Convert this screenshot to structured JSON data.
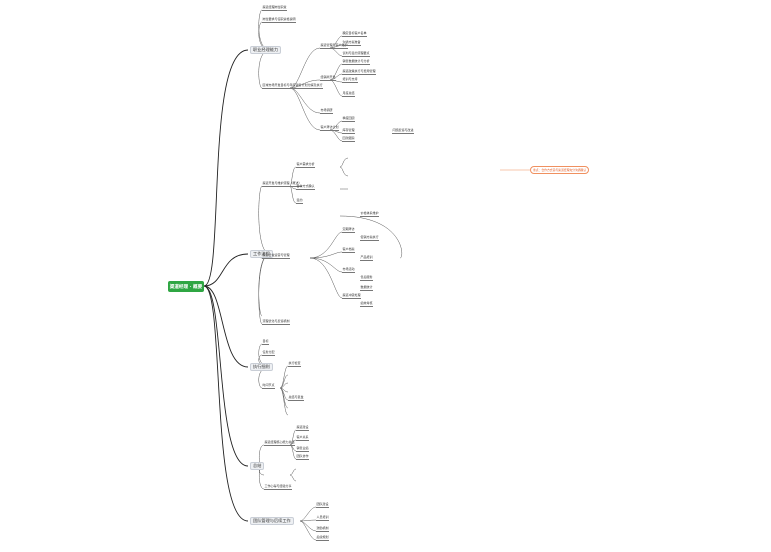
{
  "root": {
    "label": "渠道经理 · 概要"
  },
  "branches": [
    {
      "label": "职业经理能力"
    },
    {
      "label": "工作流程"
    },
    {
      "label": "执行细则"
    },
    {
      "label": "总结"
    },
    {
      "label": "团队管理与后续工作"
    }
  ],
  "details": {
    "b1": [
      "渠道经理岗位职责",
      "岗位要求与任职资格说明",
      "区域市场开发目标与年度销售计划分解及执行",
      "渠道管理与客户维护",
      "经销商开发",
      "市场调研",
      "客户拜访计划",
      "确定目标客户名单",
      "沟通方案准备",
      "谈判与签约流程要点",
      "销售数据统计与分析",
      "渠道政策执行与费用管理",
      "培训与支持",
      "月度总结",
      "季度回顾",
      "库存管理",
      "回款跟踪",
      "问题反馈与改进"
    ],
    "b2": [
      "渠道开发与维护流程（概述）",
      "客户需求分析",
      "合作方式确认",
      "签约",
      "渠道日常运营与管理",
      "定期拜访",
      "客户档案",
      "市场活动",
      "渠道冲突处理",
      "价格体系维护",
      "促销方案执行",
      "产品培训",
      "售后服务",
      "数据统计",
      "绩效考核",
      "流程优化与反馈机制"
    ],
    "b3": [
      "目标",
      "任务分配",
      "时间节点",
      "执行检查",
      "总结与复盘"
    ],
    "b4": [
      "渠道经理核心能力总结",
      "渠道建设",
      "客户关系",
      "销售业绩",
      "团队协作",
      "工作心得与经验分享"
    ],
    "b5": [
      "团队建设",
      "人员培训",
      "激励机制",
      "后续规划"
    ]
  },
  "callout": {
    "label": "重点：合作方式需与渠道经理充分沟通确认"
  }
}
